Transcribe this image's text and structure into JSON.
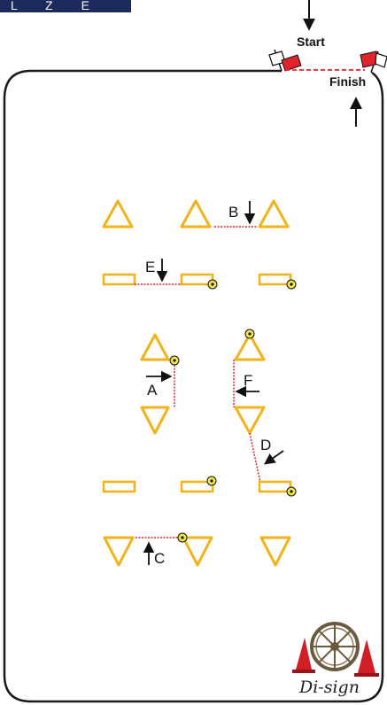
{
  "banner": {
    "text": "L Z E"
  },
  "course": {
    "start_label": "Start",
    "finish_label": "Finish",
    "cone_color": "#f2b318",
    "gate_line_color": "#e0242c",
    "flag_color": "#e0242c",
    "border_color": "#1a1a1a",
    "arrow_color": "#111111"
  },
  "obstacles": {
    "A": "A",
    "B": "B",
    "C": "C",
    "D": "D",
    "E": "E",
    "F": "F"
  },
  "logo": {
    "signature": "Di-sign",
    "icons": [
      "traffic-cone-icon",
      "wagon-wheel-icon",
      "traffic-cone-icon"
    ]
  }
}
